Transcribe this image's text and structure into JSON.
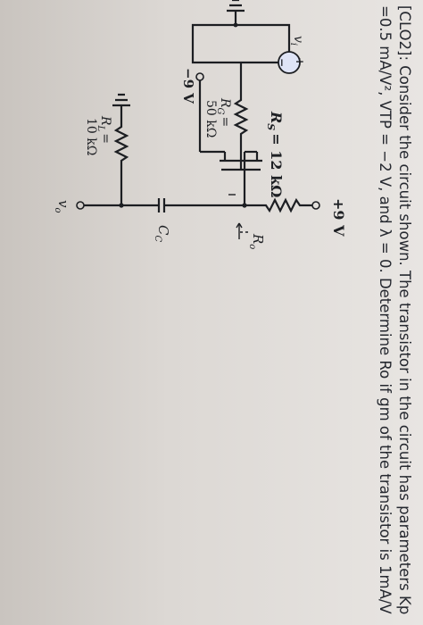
{
  "question": {
    "line1": "[CLO2]: Consider the circuit shown. The transistor in the circuit has parameters Kp",
    "line2": "=0.5 mA/V², VTP = −2 V, and λ = 0. Determine Ro if gm of the transistor is 1mA/V"
  },
  "circuit": {
    "supply_pos": "+9 V",
    "supply_neg": "−9 V",
    "rs_label": "R",
    "rs_sub": "S",
    "rs_value": "= 12 kΩ",
    "rg_label": "R",
    "rg_sub": "G",
    "rg_eq": "=",
    "rg_value": "50 kΩ",
    "rl_label": "R",
    "rl_sub": "L",
    "rl_eq": "=",
    "rl_value": "10 kΩ",
    "ro_label": "R",
    "ro_sub": "o",
    "cc_label": "C",
    "cc_sub": "C",
    "vo_label": "v",
    "vo_sub": "o",
    "vi_label": "v",
    "vi_sub": "i",
    "src_plus": "+",
    "src_minus": "−"
  }
}
